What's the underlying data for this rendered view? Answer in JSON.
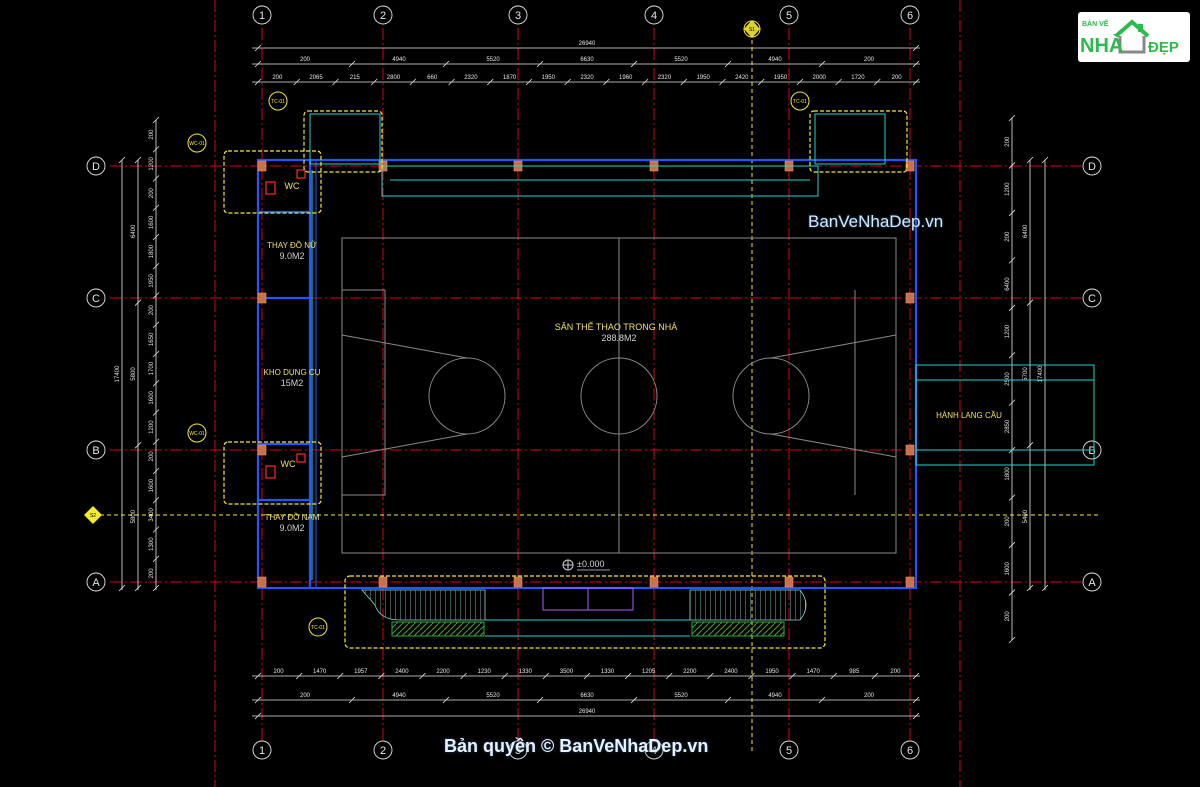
{
  "grid": {
    "columns": [
      "1",
      "2",
      "3",
      "4",
      "5",
      "6"
    ],
    "rows": [
      "D",
      "C",
      "B",
      "A"
    ]
  },
  "dimensions": {
    "top_total": "26940",
    "top_mid": [
      "200",
      "4940",
      "5520",
      "6630",
      "5520",
      "4940",
      "200"
    ],
    "top_detail": [
      "200",
      "2065",
      "215",
      "2800",
      "660",
      "2320",
      "1870",
      "1950",
      "2320",
      "1960",
      "2320",
      "1950",
      "2420",
      "1950",
      "2000",
      "1720",
      "200"
    ],
    "bottom_detail": [
      "200",
      "1470",
      "1957",
      "2400",
      "2200",
      "1230",
      "1330",
      "3500",
      "1330",
      "1205",
      "2200",
      "2400",
      "1950",
      "1470",
      "985",
      "200"
    ],
    "bottom_mid": [
      "200",
      "4940",
      "5520",
      "6630",
      "5520",
      "4940",
      "200"
    ],
    "bottom_total": "26940",
    "left_total": "17400",
    "left_mid": [
      "6400",
      "5800",
      "5800"
    ],
    "left_detail": [
      "200",
      "1200",
      "200",
      "1600",
      "1800",
      "1950",
      "200",
      "1650",
      "1700",
      "1600",
      "1200",
      "200",
      "1600",
      "3400",
      "1300",
      "200"
    ],
    "right_total": "17400",
    "right_mid": [
      "6400",
      "5700",
      "5400"
    ],
    "right_detail": [
      "200",
      "1200",
      "200",
      "6400",
      "1200",
      "2500",
      "2850",
      "1800",
      "200",
      "1600",
      "200"
    ]
  },
  "rooms": [
    {
      "name": "WC"
    },
    {
      "name": "THAY ĐỒ NỮ",
      "area": "9.0M2"
    },
    {
      "name": "KHO DỤNG CỤ",
      "area": "15M2"
    },
    {
      "name": "WC"
    },
    {
      "name": "THAY ĐỒ NAM",
      "area": "9.0M2"
    },
    {
      "name": "SÂN THỂ THAO TRONG NHÀ",
      "area": "288.8M2"
    },
    {
      "name": "HÀNH LANG CẦU"
    }
  ],
  "level": "±0.000",
  "section_marks": [
    "S1",
    "S2"
  ],
  "detail_tags": [
    "TC-01",
    "TC-01",
    "WC-01",
    "WC-01",
    "TC-01"
  ],
  "brand": {
    "logo_top": "BẢN VẼ",
    "logo_main": "NHÀ",
    "logo_suffix": "ĐẸP",
    "watermark": "BanVeNhaDep.vn",
    "copyright": "Bản quyền © BanVeNhaDep.vn"
  },
  "colors": {
    "background": "#000000",
    "grid_line": "#d9001c",
    "wall": "#1e57ff",
    "dimension": "#e6e6e6",
    "highlight": "#f5ea32",
    "room_text": "#f0e06a",
    "court_line": "#8a8a8a",
    "cyan": "#1fd6d0",
    "green_hatch": "#2fa83a",
    "logo_green": "#2bbb4d"
  }
}
